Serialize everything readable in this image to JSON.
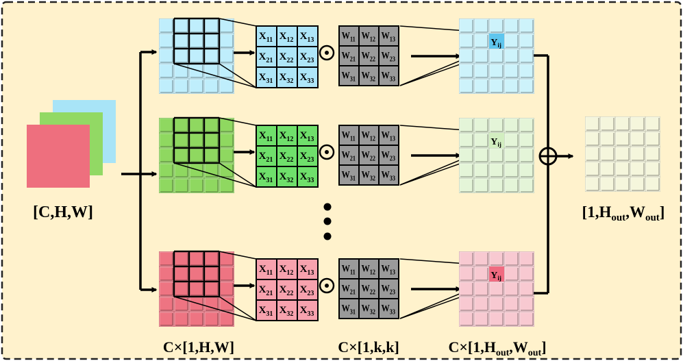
{
  "labels": {
    "input": "[C,H,W]",
    "split": "C×[1,H,W]",
    "kernels": "C×[1,k,k]",
    "per_channel_out": [
      "C×[1,H",
      "out",
      ",W",
      "out",
      "]"
    ],
    "output": [
      "[1,H",
      "out",
      ",W",
      "out",
      "]"
    ]
  },
  "ops": {
    "multiply": "⊙",
    "sum": "⊕"
  },
  "matrix_x": {
    "letter": "X",
    "subs": [
      [
        "11",
        "12",
        "13"
      ],
      [
        "21",
        "22",
        "23"
      ],
      [
        "31",
        "32",
        "33"
      ]
    ]
  },
  "matrix_w": {
    "letter": "W",
    "subs": [
      [
        "11",
        "12",
        "13"
      ],
      [
        "21",
        "22",
        "23"
      ],
      [
        "31",
        "32",
        "33"
      ]
    ]
  },
  "output_cell": {
    "letter": "Y",
    "sub": "ij"
  },
  "channels": [
    {
      "name": "blue",
      "input": "#a8e4f7",
      "grid": "#bfeefc",
      "cell": "#aee6f8",
      "out": "#cdf3fb",
      "hl": "#5fc6ee"
    },
    {
      "name": "green",
      "input": "#92d964",
      "grid": "#8fd860",
      "cell": "#6fe06b",
      "out": "#e4f5d8",
      "hl": "#d2eec0"
    },
    {
      "name": "red",
      "input": "#ee6f7e",
      "grid": "#ee7482",
      "cell": "#f7a2ae",
      "out": "#f8c9d1",
      "hl": "#f06a80"
    }
  ],
  "colors": {
    "background": "#fff2cc",
    "kernel": "#9a9a9a",
    "final": "#f5f6dc"
  }
}
